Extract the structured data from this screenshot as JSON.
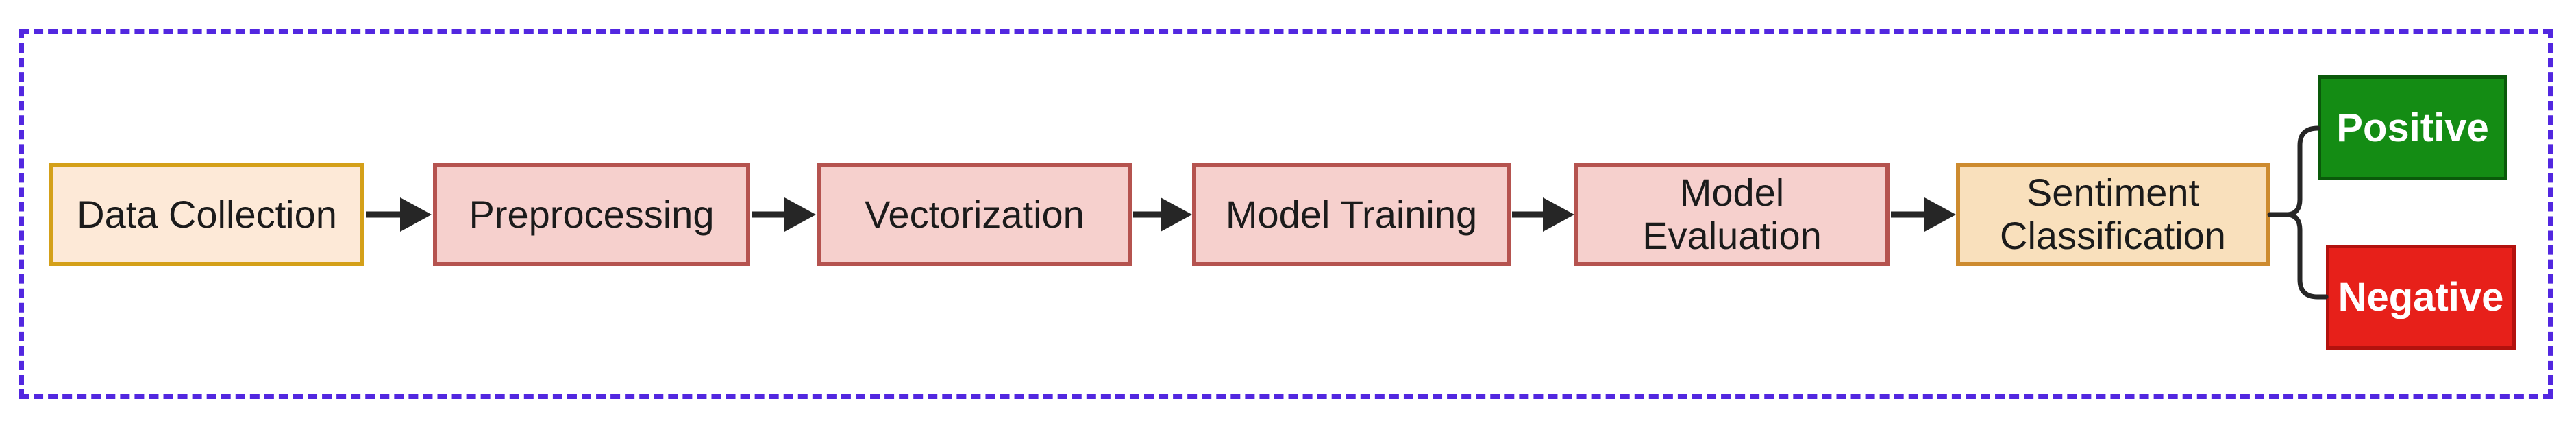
{
  "diagram": {
    "description": "Sentiment analysis pipeline flowchart",
    "flow": {
      "nodes": [
        {
          "id": "data-collection",
          "label": "Data Collection",
          "fill": "#fde9d7",
          "stroke": "#d4a019"
        },
        {
          "id": "preprocessing",
          "label": "Preprocessing",
          "fill": "#f6d0cd",
          "stroke": "#b5534f"
        },
        {
          "id": "vectorization",
          "label": "Vectorization",
          "fill": "#f6d0cd",
          "stroke": "#b5534f"
        },
        {
          "id": "model-training",
          "label": "Model Training",
          "fill": "#f6d0cd",
          "stroke": "#b5534f"
        },
        {
          "id": "model-evaluation",
          "label": "Model\nEvaluation",
          "fill": "#f6d0cd",
          "stroke": "#b5534f"
        },
        {
          "id": "sentiment-classification",
          "label": "Sentiment\nClassification",
          "fill": "#f9e0bc",
          "stroke": "#cd8b2f"
        }
      ]
    },
    "outcomes": [
      {
        "id": "positive",
        "label": "Positive",
        "fill": "#148c14",
        "stroke": "#0a5a0a",
        "text_color": "#ffffff"
      },
      {
        "id": "negative",
        "label": "Negative",
        "fill": "#e7201a",
        "stroke": "#b3120e",
        "text_color": "#ffffff"
      }
    ],
    "palette": {
      "frame_border": "#5227e0",
      "connector": "#262626",
      "background": "#ffffff",
      "node_text": "#1b1b1b"
    }
  }
}
